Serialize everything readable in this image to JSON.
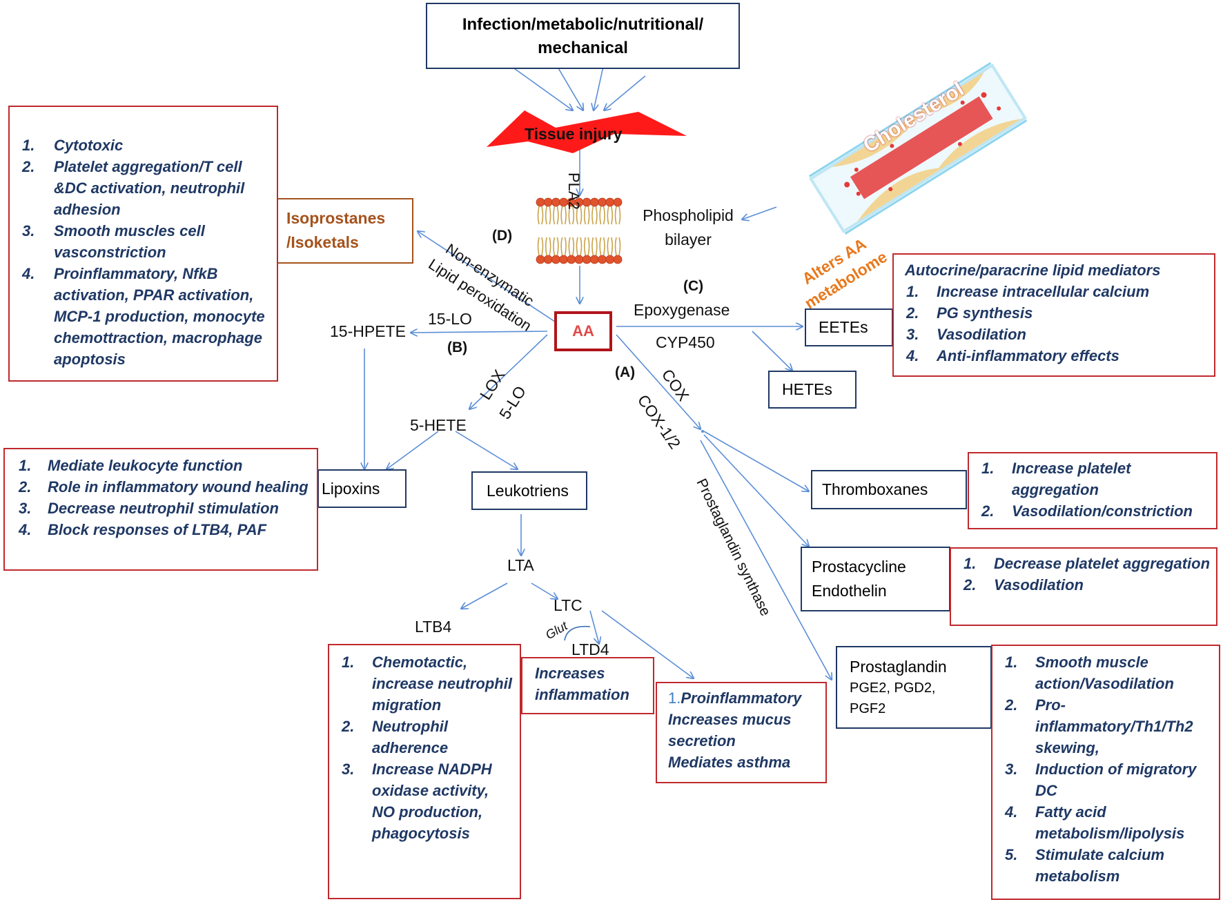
{
  "trigger": "Infection/metabolic/nutritional/ mechanical",
  "tissue_injury": "Tissue injury",
  "pla2": "PLA2",
  "phospholipid": "Phospholipid bilayer",
  "cholesterol": "Cholesterol",
  "alters": "Alters AA metabolome",
  "aa": "AA",
  "pathway_d": {
    "tag": "(D)",
    "label1": "Non-enzymatic",
    "label2": "Lipid peroxidation"
  },
  "isoprostanes": "Isoprostanes /Isoketals",
  "isoprostanes_effects": [
    "Cytotoxic",
    "Platelet aggregation/T cell &DC activation, neutrophil adhesion",
    "Smooth muscles cell vasconstriction",
    "Proinflammatory, NfkB activation, PPAR activation, MCP-1 production, monocyte chemottraction, macrophage apoptosis"
  ],
  "pathway_c": {
    "tag": "(C)",
    "enzyme": "Epoxygenase",
    "cyp": "CYP450"
  },
  "eetes": "EETEs",
  "hetes": "HETEs",
  "eetes_effects": {
    "header": "Autocrine/paracrine lipid mediators",
    "items": [
      "Increase intracellular calcium",
      "PG synthesis",
      "Vasodilation",
      "Anti-inflammatory effects"
    ]
  },
  "pathway_b": {
    "tag": "(B)",
    "lo15": "15-LO",
    "lox": "LOX",
    "lo5": "5-LO"
  },
  "hpete15": "15-HPETE",
  "hete5": "5-HETE",
  "lipoxins": "Lipoxins",
  "lipoxins_effects": [
    "Mediate leukocyte function",
    "Role in inflammatory wound healing",
    "Decrease neutrophil stimulation",
    "Block responses of LTB4, PAF"
  ],
  "leukotriens": "Leukotriens",
  "lta": "LTA",
  "ltb4": "LTB4",
  "ltc": "LTC",
  "glut": "Glut",
  "ltd4": "LTD4",
  "ltb4_effects": [
    "Chemotactic, increase neutrophil migration",
    "Neutrophil adherence",
    "Increase NADPH oxidase activity, NO production, phagocytosis"
  ],
  "ltc_effect": "Increases inflammation",
  "ltd4_effects": {
    "num": "1.",
    "first": "Proinflammatory",
    "rest": [
      "Increases mucus secretion",
      "Mediates asthma"
    ]
  },
  "pathway_a": {
    "tag": "(A)",
    "cox": "COX",
    "cox12": "COX-1/2",
    "synthase": "Prostaglandin synthase"
  },
  "thromboxanes": "Thromboxanes",
  "thromboxanes_effects": [
    "Increase platelet aggregation",
    "Vasodilation/constriction"
  ],
  "prostacycline": {
    "line1": "Prostacycline",
    "line2": "Endothelin"
  },
  "prostacycline_effects": [
    "Decrease platelet aggregation",
    "Vasodilation"
  ],
  "prostaglandin": {
    "title": "Prostaglandin",
    "sub1": "PGE2, PGD2,",
    "sub2": "PGF2"
  },
  "prostaglandin_effects": [
    "Smooth muscle action/Vasodilation",
    "Pro-inflammatory/Th1/Th2 skewing,",
    "Induction of migratory DC",
    "Fatty acid metabolism/lipolysis",
    "Stimulate calcium metabolism"
  ],
  "colors": {
    "arrow": "#5b8ed6",
    "red_border": "#c0282d",
    "navy": "#1f3864",
    "orange": "#e8781c",
    "brown": "#a5521c",
    "aa_red": "#e04a4a"
  }
}
